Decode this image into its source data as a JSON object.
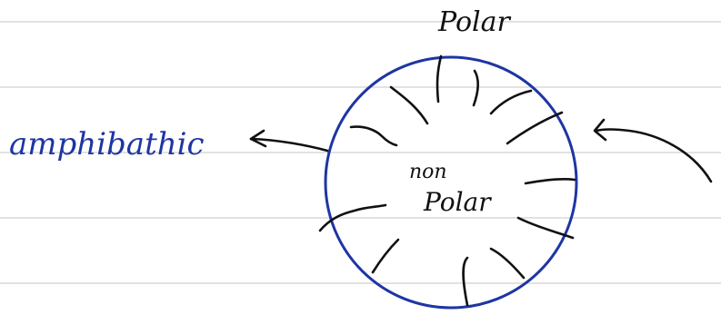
{
  "labels": {
    "top": "Polar",
    "center_line1": "non",
    "center_line2": "Polar",
    "left": "amphibathic"
  },
  "colors": {
    "ruling": "#d9d9d9",
    "circle": "#1e35a3",
    "ink": "#111111",
    "annotation": "#1e35a3",
    "background": "#ffffff"
  }
}
